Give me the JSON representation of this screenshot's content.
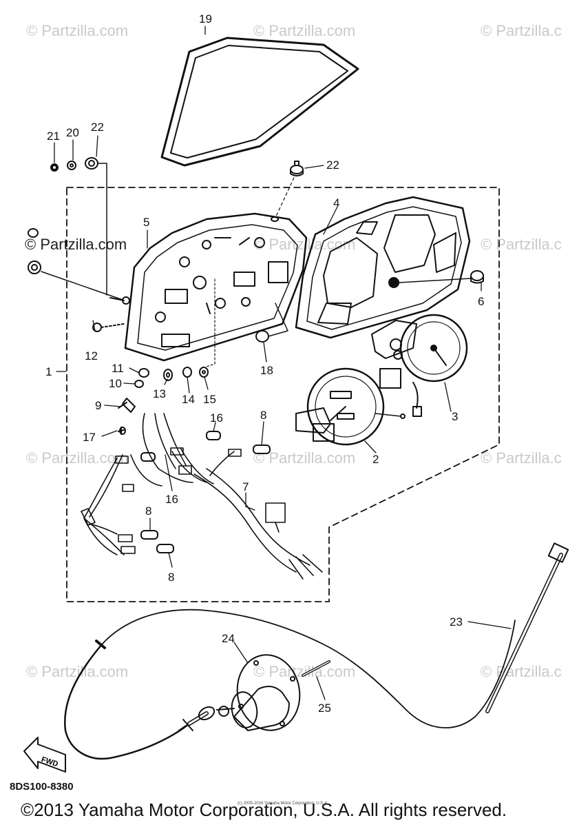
{
  "watermark": "© Partzilla.com",
  "watermark_cut": "© Partzilla.c",
  "callouts": [
    "19",
    "21",
    "20",
    "22",
    "22",
    "5",
    "4",
    "6",
    "1",
    "12",
    "11",
    "10",
    "9",
    "13",
    "14",
    "15",
    "18",
    "3",
    "17",
    "16",
    "8",
    "16",
    "2",
    "7",
    "8",
    "8",
    "23",
    "24",
    "25"
  ],
  "fwd_label": "FWD",
  "part_code": "8DS100-8380",
  "copyright_small": "(c) 2005-2016 Yamaha Motor Corporation, U.S.A.",
  "copyright_main": "©2013 Yamaha Motor Corporation, U.S.A. All rights reserved."
}
